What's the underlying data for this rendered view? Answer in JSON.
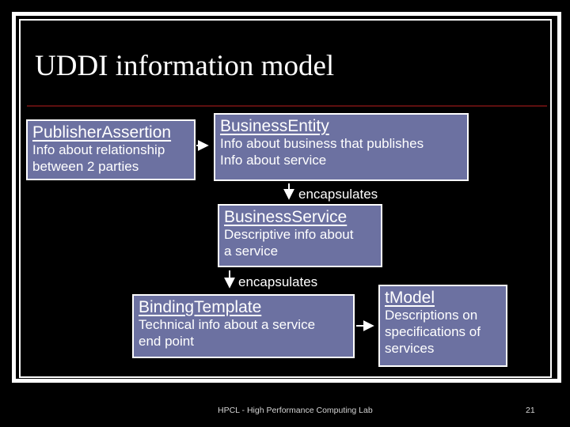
{
  "slide": {
    "title": "UDDI information model",
    "footer": "HPCL - High Performance Computing Lab",
    "page_number": "21"
  },
  "colors": {
    "background": "#000000",
    "frame": "#ffffff",
    "divider": "#5e0f0f",
    "box_fill": "#6c71a1",
    "box_border": "#ffffff",
    "text": "#ffffff",
    "footer_text": "#d4d4d4"
  },
  "diagram": {
    "boxes": [
      {
        "title": "PublisherAssertion",
        "body": "Info about relationship\nbetween 2 parties"
      },
      {
        "title": "BusinessEntity",
        "body": "Info about business that publishes\nInfo about service"
      },
      {
        "title": "BusinessService",
        "body": "Descriptive info about\na service"
      },
      {
        "title": "BindingTemplate",
        "body": "Technical info about a service\nend point"
      },
      {
        "title": "tModel",
        "body": "Descriptions on\nspecifications of\nservices"
      }
    ],
    "labels": {
      "encapsulates_top": "encapsulates",
      "encapsulates_bottom": "encapsulates"
    }
  }
}
